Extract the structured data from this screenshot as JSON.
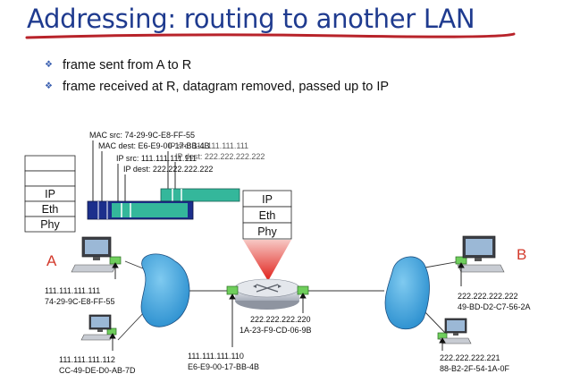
{
  "title": "Addressing: routing to another LAN",
  "bullets": [
    "frame sent from A to R",
    "frame received at R, datagram removed, passed up to IP"
  ],
  "frame_fields": {
    "mac_src": "MAC src: 74-29-9C-E8-FF-55",
    "mac_dest": "MAC dest: E6-E9-00-17-BB-4B",
    "ip_src_a": "IP src: 111.111.111.111",
    "ip_dest_a": "IP dest: 222.222.222.222",
    "ip_src_r": "IP src: 111.111.111.111",
    "ip_dest_r": "IP dest: 222.222.222.222"
  },
  "host_stack": [
    "IP",
    "Eth",
    "Phy"
  ],
  "router_stack": [
    "IP",
    "Eth",
    "Phy"
  ],
  "hosts": {
    "a_label": "A",
    "b_label": "B",
    "a_ip": "111.111.111.111",
    "a_mac": "74-29-9C-E8-FF-55",
    "a2_ip": "111.111.111.112",
    "a2_mac": "CC-49-DE-D0-AB-7D",
    "r_left_ip": "111.111.111.110",
    "r_left_mac": "E6-E9-00-17-BB-4B",
    "r_right_ip": "222.222.222.220",
    "r_right_mac": "1A-23-F9-CD-06-9B",
    "b_ip": "222.222.222.222",
    "b_mac": "49-BD-D2-C7-56-2A",
    "b2_ip": "222.222.222.221",
    "b2_mac": "88-B2-2F-54-1A-0F"
  },
  "colors": {
    "title": "#1f3b8f",
    "underline": "#b8232a",
    "lan_cloud": "#3aa0d8",
    "frame_dark": "#1c2f8c",
    "frame_teal": "#34b79b",
    "router": "#c7cbd3",
    "beam": "#e0201a",
    "interface": "#6fce5c"
  }
}
